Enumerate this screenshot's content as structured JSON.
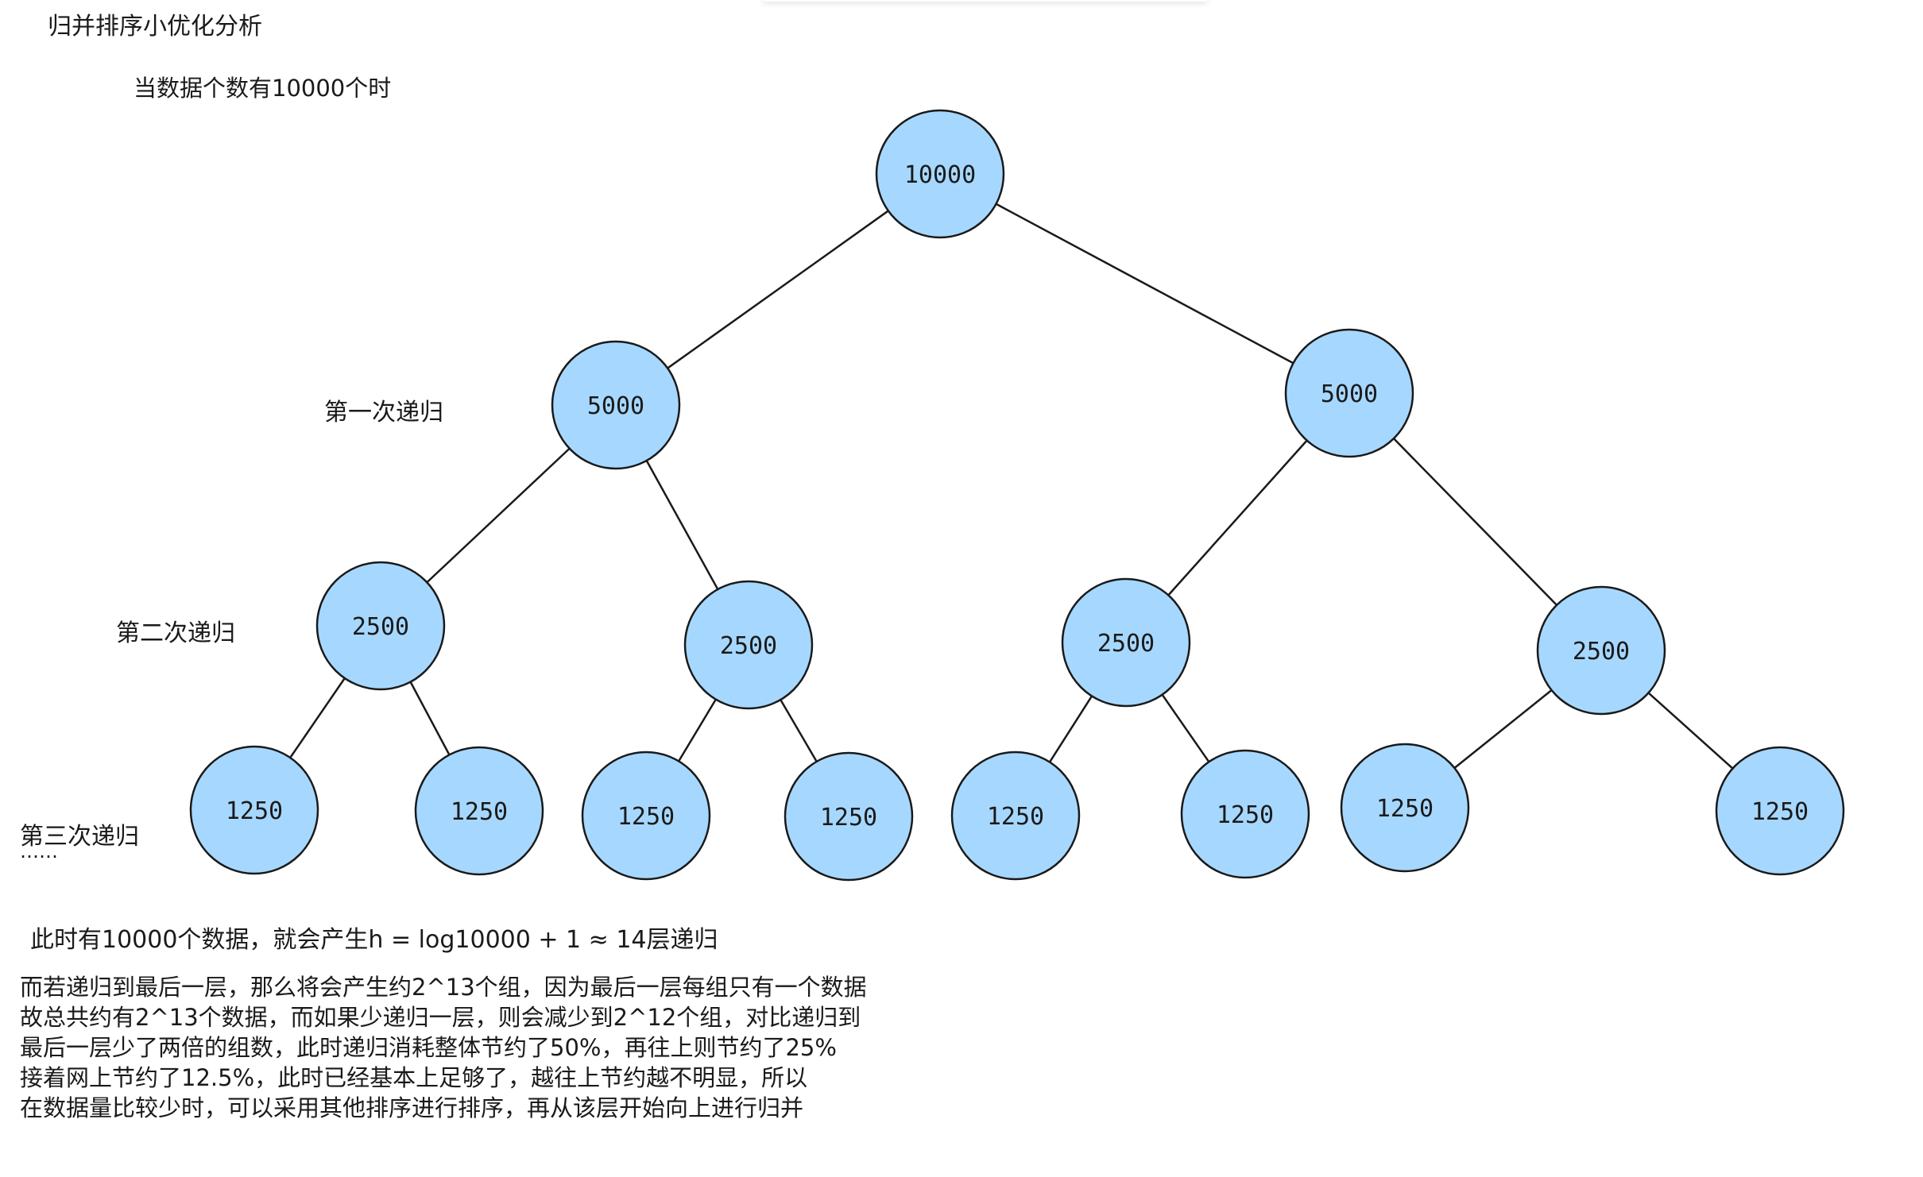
{
  "title": "归并排序小优化分析",
  "subtitle": "当数据个数有10000个时",
  "levels": {
    "first": "第一次递归",
    "second": "第二次递归",
    "third": "第三次递归",
    "more": "……"
  },
  "tree": {
    "root": "10000",
    "level1": [
      "5000",
      "5000"
    ],
    "level2": [
      "2500",
      "2500",
      "2500",
      "2500"
    ],
    "level3": [
      "1250",
      "1250",
      "1250",
      "1250",
      "1250",
      "1250",
      "1250",
      "1250"
    ]
  },
  "formula": "此时有10000个数据，就会产生h = log10000 + 1 ≈ 14层递归",
  "paragraph": [
    "而若递归到最后一层，那么将会产生约2^13个组，因为最后一层每组只有一个数据",
    "故总共约有2^13个数据，而如果少递归一层，则会减少到2^12个组，对比递归到",
    "最后一层少了两倍的组数，此时递归消耗整体节约了50%，再往上则节约了25%",
    "接着网上节约了12.5%，此时已经基本上足够了，越往上节约越不明显，所以",
    "在数据量比较少时，可以采用其他排序进行排序，再从该层开始向上进行归并"
  ],
  "colors": {
    "node_fill": "#a6d8ff",
    "stroke": "#1a1a1a"
  }
}
